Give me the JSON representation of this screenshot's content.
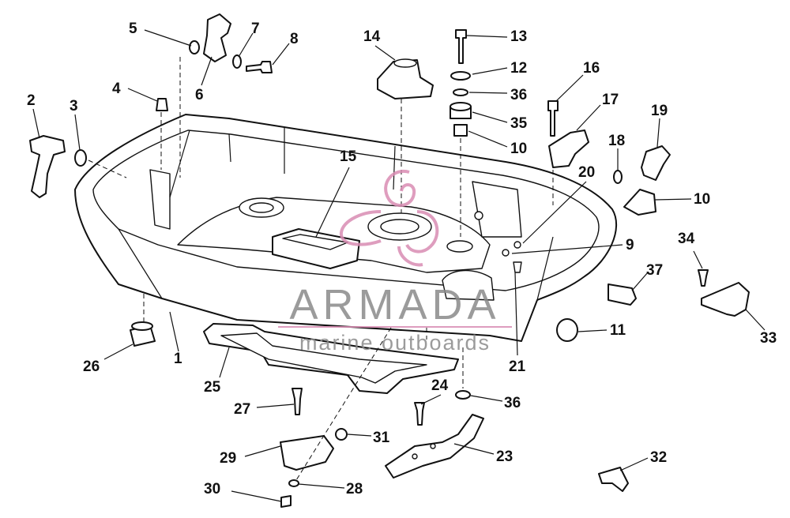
{
  "diagram": {
    "labels": [
      {
        "id": "1",
        "text": "1"
      },
      {
        "id": "2",
        "text": "2"
      },
      {
        "id": "3",
        "text": "3"
      },
      {
        "id": "4",
        "text": "4"
      },
      {
        "id": "5",
        "text": "5"
      },
      {
        "id": "6",
        "text": "6"
      },
      {
        "id": "7",
        "text": "7"
      },
      {
        "id": "8",
        "text": "8"
      },
      {
        "id": "9",
        "text": "9"
      },
      {
        "id": "10a",
        "text": "10"
      },
      {
        "id": "10b",
        "text": "10"
      },
      {
        "id": "11",
        "text": "11"
      },
      {
        "id": "12",
        "text": "12"
      },
      {
        "id": "13",
        "text": "13"
      },
      {
        "id": "14",
        "text": "14"
      },
      {
        "id": "15",
        "text": "15"
      },
      {
        "id": "16",
        "text": "16"
      },
      {
        "id": "17",
        "text": "17"
      },
      {
        "id": "18",
        "text": "18"
      },
      {
        "id": "19",
        "text": "19"
      },
      {
        "id": "20",
        "text": "20"
      },
      {
        "id": "21",
        "text": "21"
      },
      {
        "id": "23",
        "text": "23"
      },
      {
        "id": "24",
        "text": "24"
      },
      {
        "id": "25",
        "text": "25"
      },
      {
        "id": "26",
        "text": "26"
      },
      {
        "id": "27",
        "text": "27"
      },
      {
        "id": "28",
        "text": "28"
      },
      {
        "id": "29",
        "text": "29"
      },
      {
        "id": "30",
        "text": "30"
      },
      {
        "id": "31",
        "text": "31"
      },
      {
        "id": "32",
        "text": "32"
      },
      {
        "id": "33",
        "text": "33"
      },
      {
        "id": "34",
        "text": "34"
      },
      {
        "id": "35",
        "text": "35"
      },
      {
        "id": "36a",
        "text": "36"
      },
      {
        "id": "36b",
        "text": "36"
      },
      {
        "id": "37",
        "text": "37"
      }
    ]
  },
  "watermark": {
    "brand": "ARMADA",
    "tagline": "marine outboards",
    "color": "#d98cb3",
    "text_color": "#8a8a8a"
  }
}
